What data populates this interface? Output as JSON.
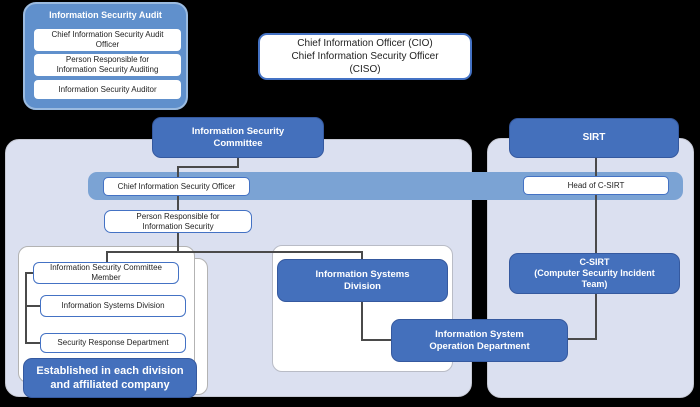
{
  "colors": {
    "background": "#000000",
    "panel_fill": "#dbe0f0",
    "panel_border": "#c6c9d4",
    "band_blue": "#7ba3d4",
    "audit_fill": "#6090cc",
    "audit_border": "#9bbbe0",
    "dark_blue_box": "#4470bc",
    "white_box_border": "#4472c4",
    "connector_line": "#4a4a4a",
    "text_dark": "#1f1f1f",
    "text_light": "#ffffff"
  },
  "audit_panel": {
    "title": "Information Security Audit",
    "items": [
      "Chief Information Security Audit\nOfficer",
      "Person Responsible for\nInformation Security Auditing",
      "Information Security Auditor"
    ]
  },
  "executive": {
    "label": "Chief Information Officer (CIO)\nChief Information Security Officer\n(CISO)"
  },
  "committee_panel": {
    "committee": "Information Security\nCommittee",
    "ciso": "Chief Information Security Officer",
    "person_responsible": "Person Responsible for\nInformation Security",
    "division_group": {
      "members": [
        "Information Security Committee\nMember",
        "Information Systems Division",
        "Security Response Department"
      ],
      "note": "Established in each division\nand affiliated company"
    },
    "systems_division": "Information Systems\nDivision",
    "operation_department": "Information System\nOperation Department"
  },
  "sirt_panel": {
    "sirt": "SIRT",
    "head": "Head of C-SIRT",
    "csirt": "C-SIRT\n(Computer Security Incident\nTeam)"
  }
}
